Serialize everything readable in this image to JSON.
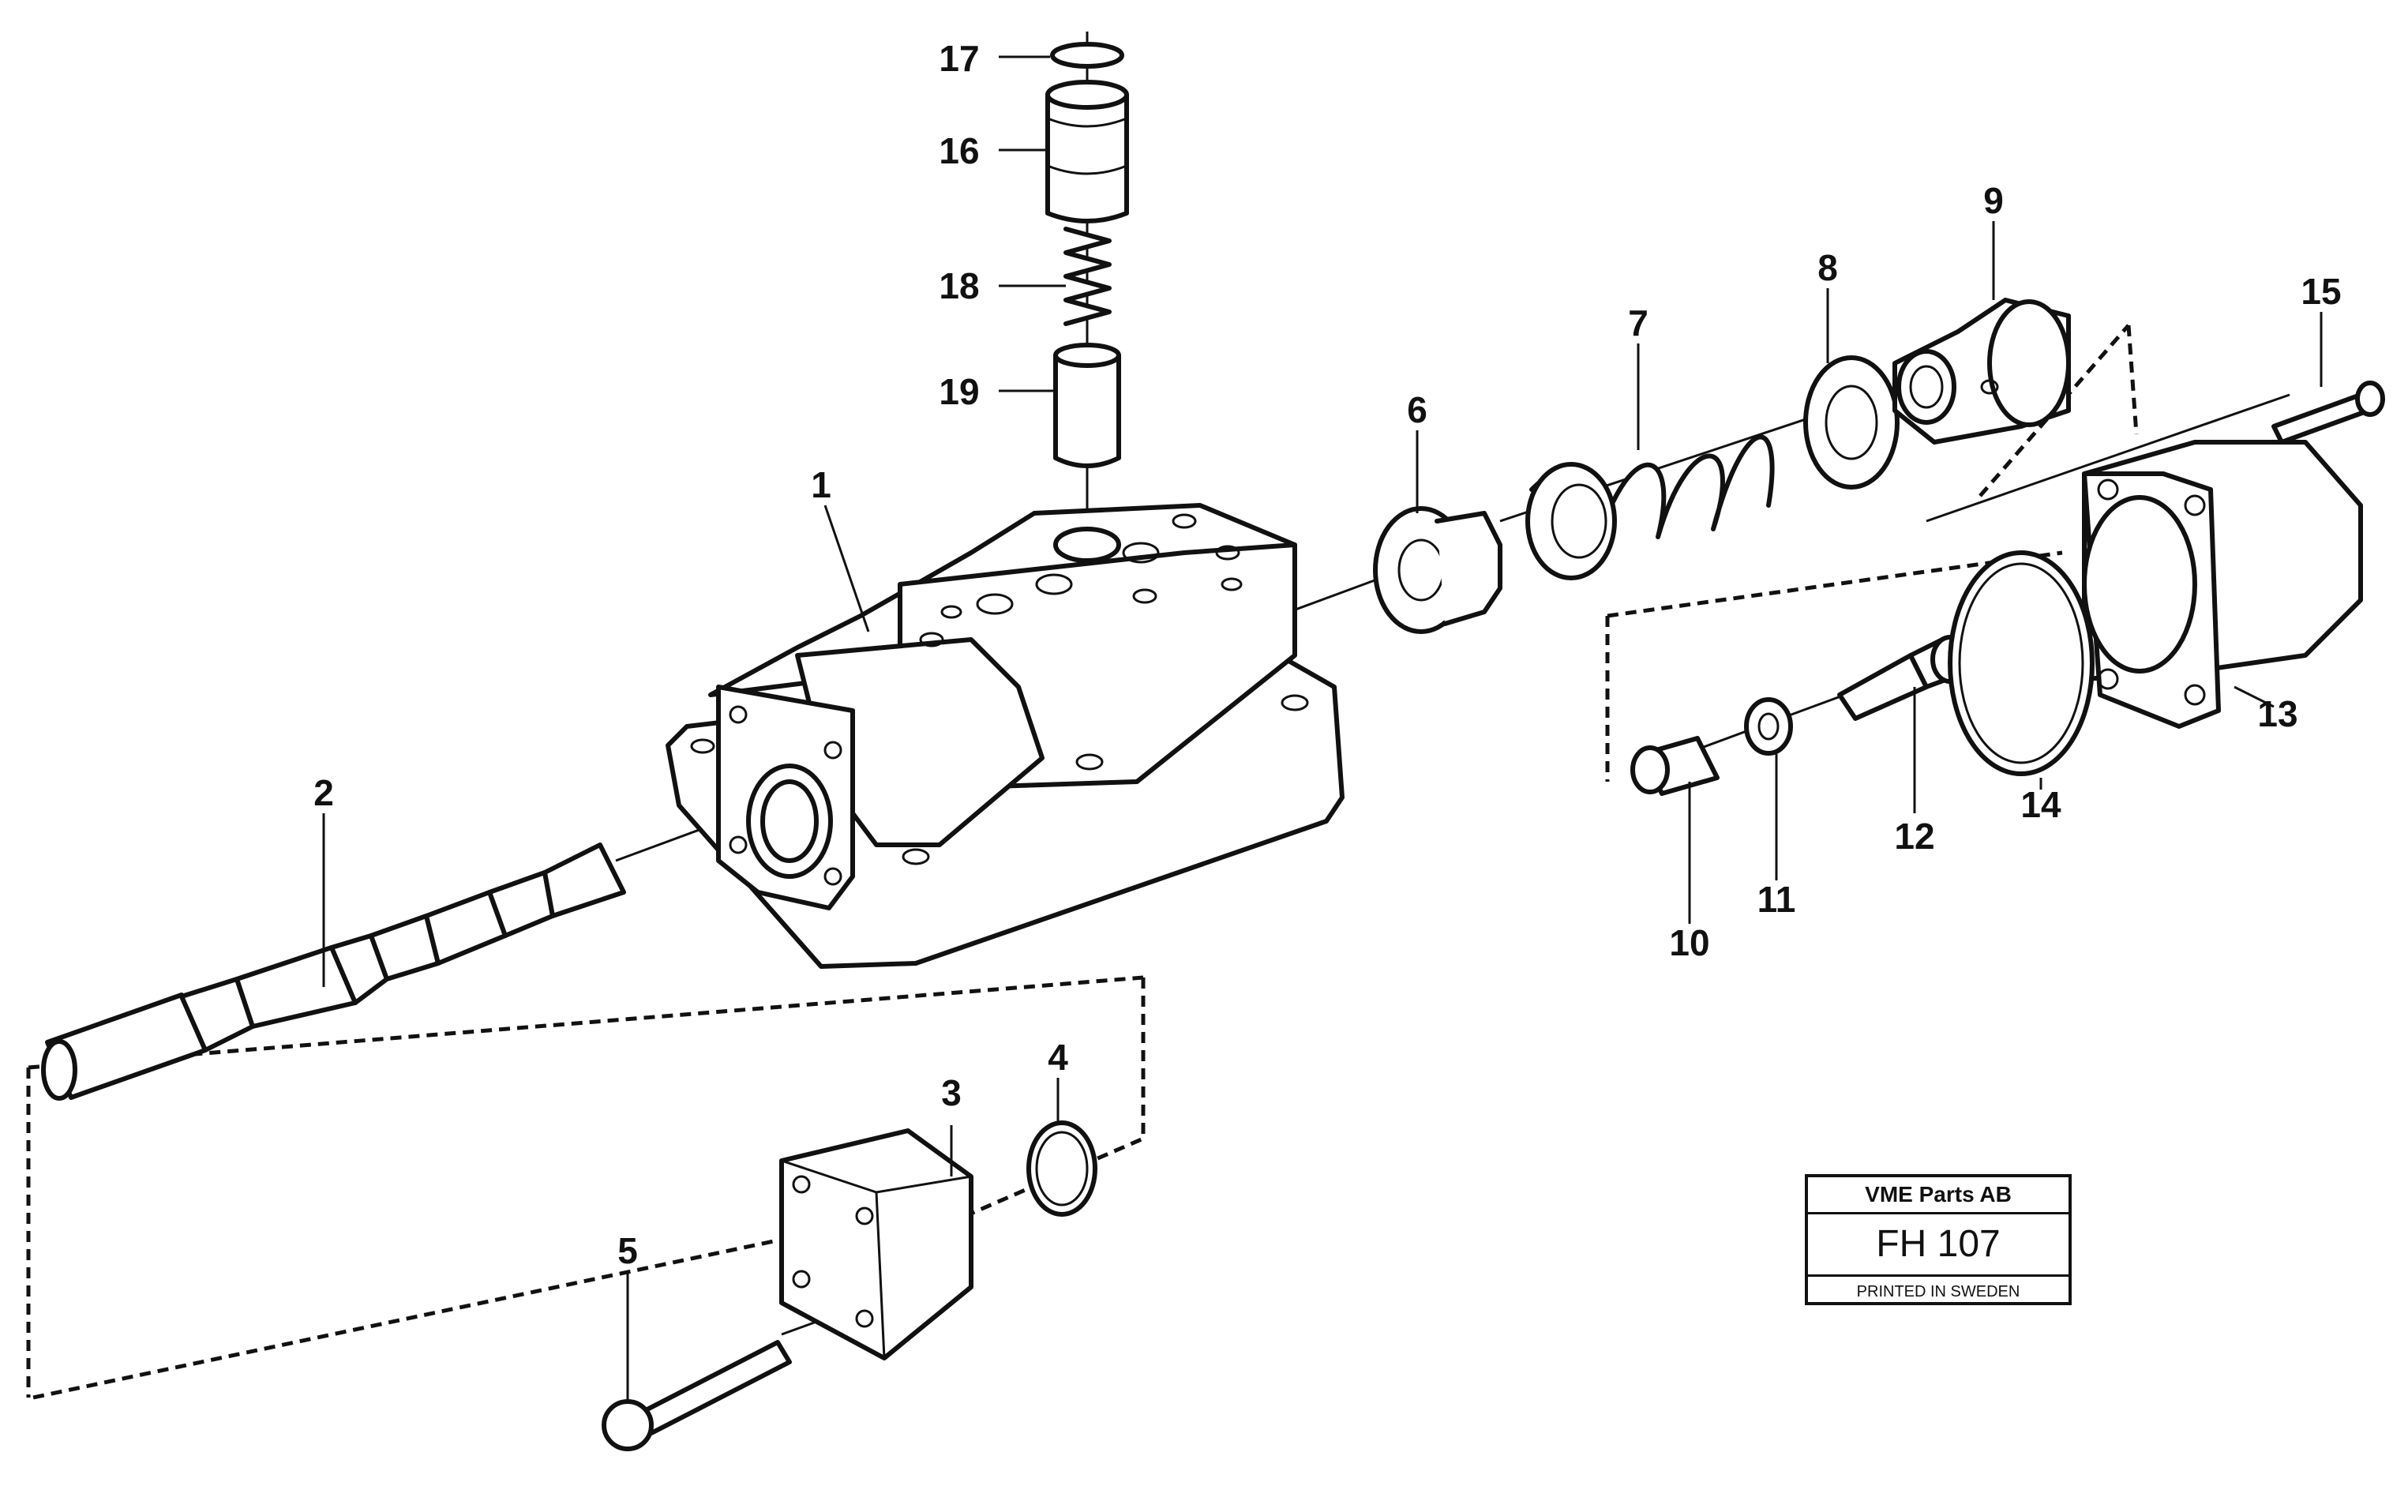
{
  "title_block": {
    "company": "VME Parts AB",
    "code": "FH 107",
    "printed": "PRINTED IN SWEDEN"
  },
  "callouts": [
    "1",
    "2",
    "3",
    "4",
    "5",
    "6",
    "7",
    "8",
    "9",
    "10",
    "11",
    "12",
    "13",
    "14",
    "15",
    "16",
    "17",
    "18",
    "19"
  ]
}
